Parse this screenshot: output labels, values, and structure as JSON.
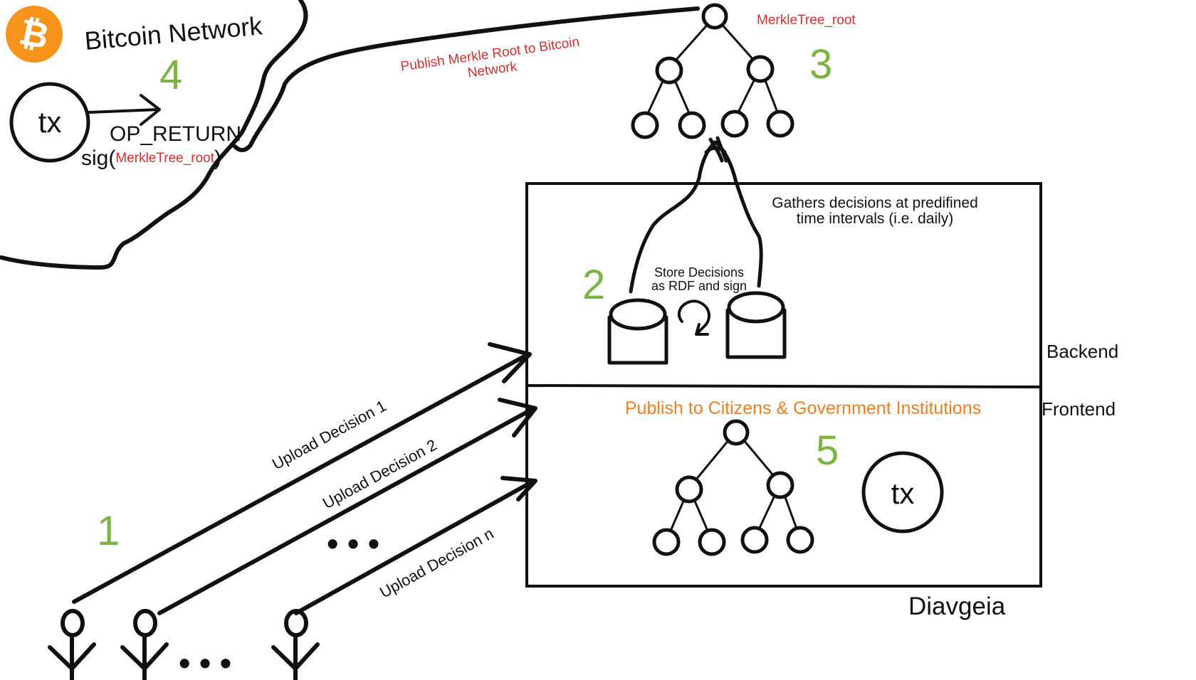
{
  "colors": {
    "ink": "#111111",
    "step_number": "#7cb342",
    "merkle_root_label": "#d32f2f",
    "publish_label": "#ef7d22",
    "bitcoin_logo": "#f7931a"
  },
  "bitcoin": {
    "logo_icon": "bitcoin-logo-icon",
    "logo_glyph": "₿",
    "network_label": "Bitcoin Network",
    "step": "4",
    "tx_label": "tx",
    "op_return": "OP_RETURN",
    "sig_prefix": "sig(",
    "sig_value": "MerkleTree_root",
    "sig_suffix": ")"
  },
  "merkle": {
    "root_label": "MerkleTree_root",
    "step": "3",
    "publish_label_line1": "Publish Merkle Root to Bitcoin",
    "publish_label_line2": "Network"
  },
  "diavgeia": {
    "name": "Diavgeia",
    "backend_label": "Backend",
    "frontend_label": "Frontend",
    "gather_line1": "Gathers decisions at predifined",
    "gather_line2": "time intervals (i.e. daily)",
    "store_line1": "Store Decisions",
    "store_line2": "as RDF and sign",
    "step_store": "2",
    "publish_label": "Publish to Citizens & Government Institutions",
    "step_publish": "5",
    "tx_label": "tx"
  },
  "uploads": {
    "step": "1",
    "ellipsis": "• • •",
    "labels": [
      "Upload Decision 1",
      "Upload Decision 2",
      "Upload Decision n"
    ]
  }
}
